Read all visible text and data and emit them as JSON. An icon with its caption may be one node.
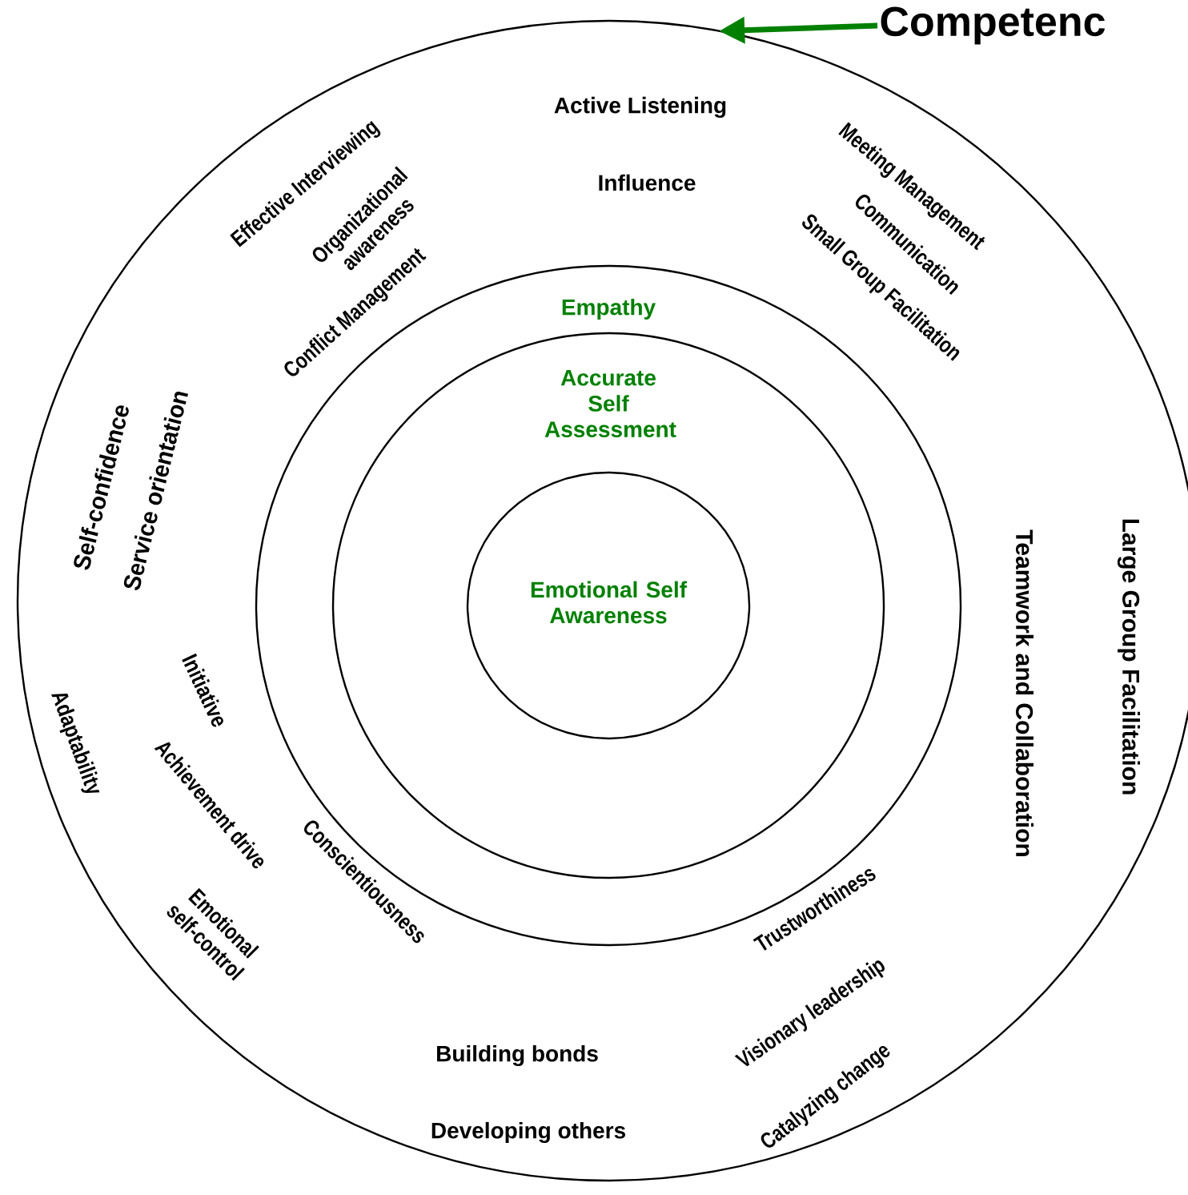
{
  "diagram": {
    "nodes": [
      {
        "text": [
          "Active Listening",
          "Effective Interviewing",
          "Meeting Management",
          "Influence",
          "Organizational awareness",
          "Communication",
          "Small Group Facilitation",
          "Conflict Management",
          "Self-confidence",
          "Service orientation",
          "Teamwork and Collaboration",
          "Large Group Facilitation",
          "Adaptability",
          "Initiative",
          "Achievement drive",
          "Conscientiousness",
          "Emotional self-control",
          "Trustworthiness",
          "Visionary leadership",
          "Building bonds",
          "Catalyzing change",
          "Developing others"
        ]
      },
      {
        "text": [
          "Empathy"
        ],
        "in": 0
      },
      {
        "text": [
          "Accurate Self Assessment"
        ],
        "in": 1
      },
      {
        "text": [
          "Emotional Self Awareness"
        ],
        "in": 2
      },
      {
        "text": [
          "Competenc"
        ]
      }
    ],
    "edges": [
      {
        "from": 4,
        "to": 0,
        "arrow": "to",
        "color": "#008000"
      }
    ]
  }
}
